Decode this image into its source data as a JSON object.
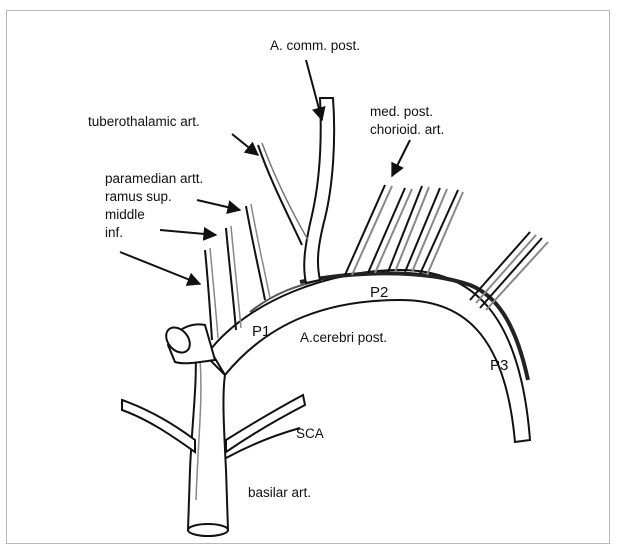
{
  "labels": {
    "comm_post": "A. comm. post.",
    "tuberothalamic": "tuberothalamic art.",
    "med_post_1": "med. post.",
    "med_post_2": "chorioid. art.",
    "paramedian": "paramedian artt.",
    "ramus_sup": "ramus sup.",
    "middle": "middle",
    "inf": "inf.",
    "p1": "P1",
    "p2": "P2",
    "p3": "P3",
    "acerebri": "A.cerebri post.",
    "sca": "SCA",
    "basilar": "basilar art."
  },
  "colors": {
    "ink": "#111111",
    "vessel_fill": "#ffffff",
    "shade": "#9a9a9a",
    "frame": "#b9b9b9"
  }
}
